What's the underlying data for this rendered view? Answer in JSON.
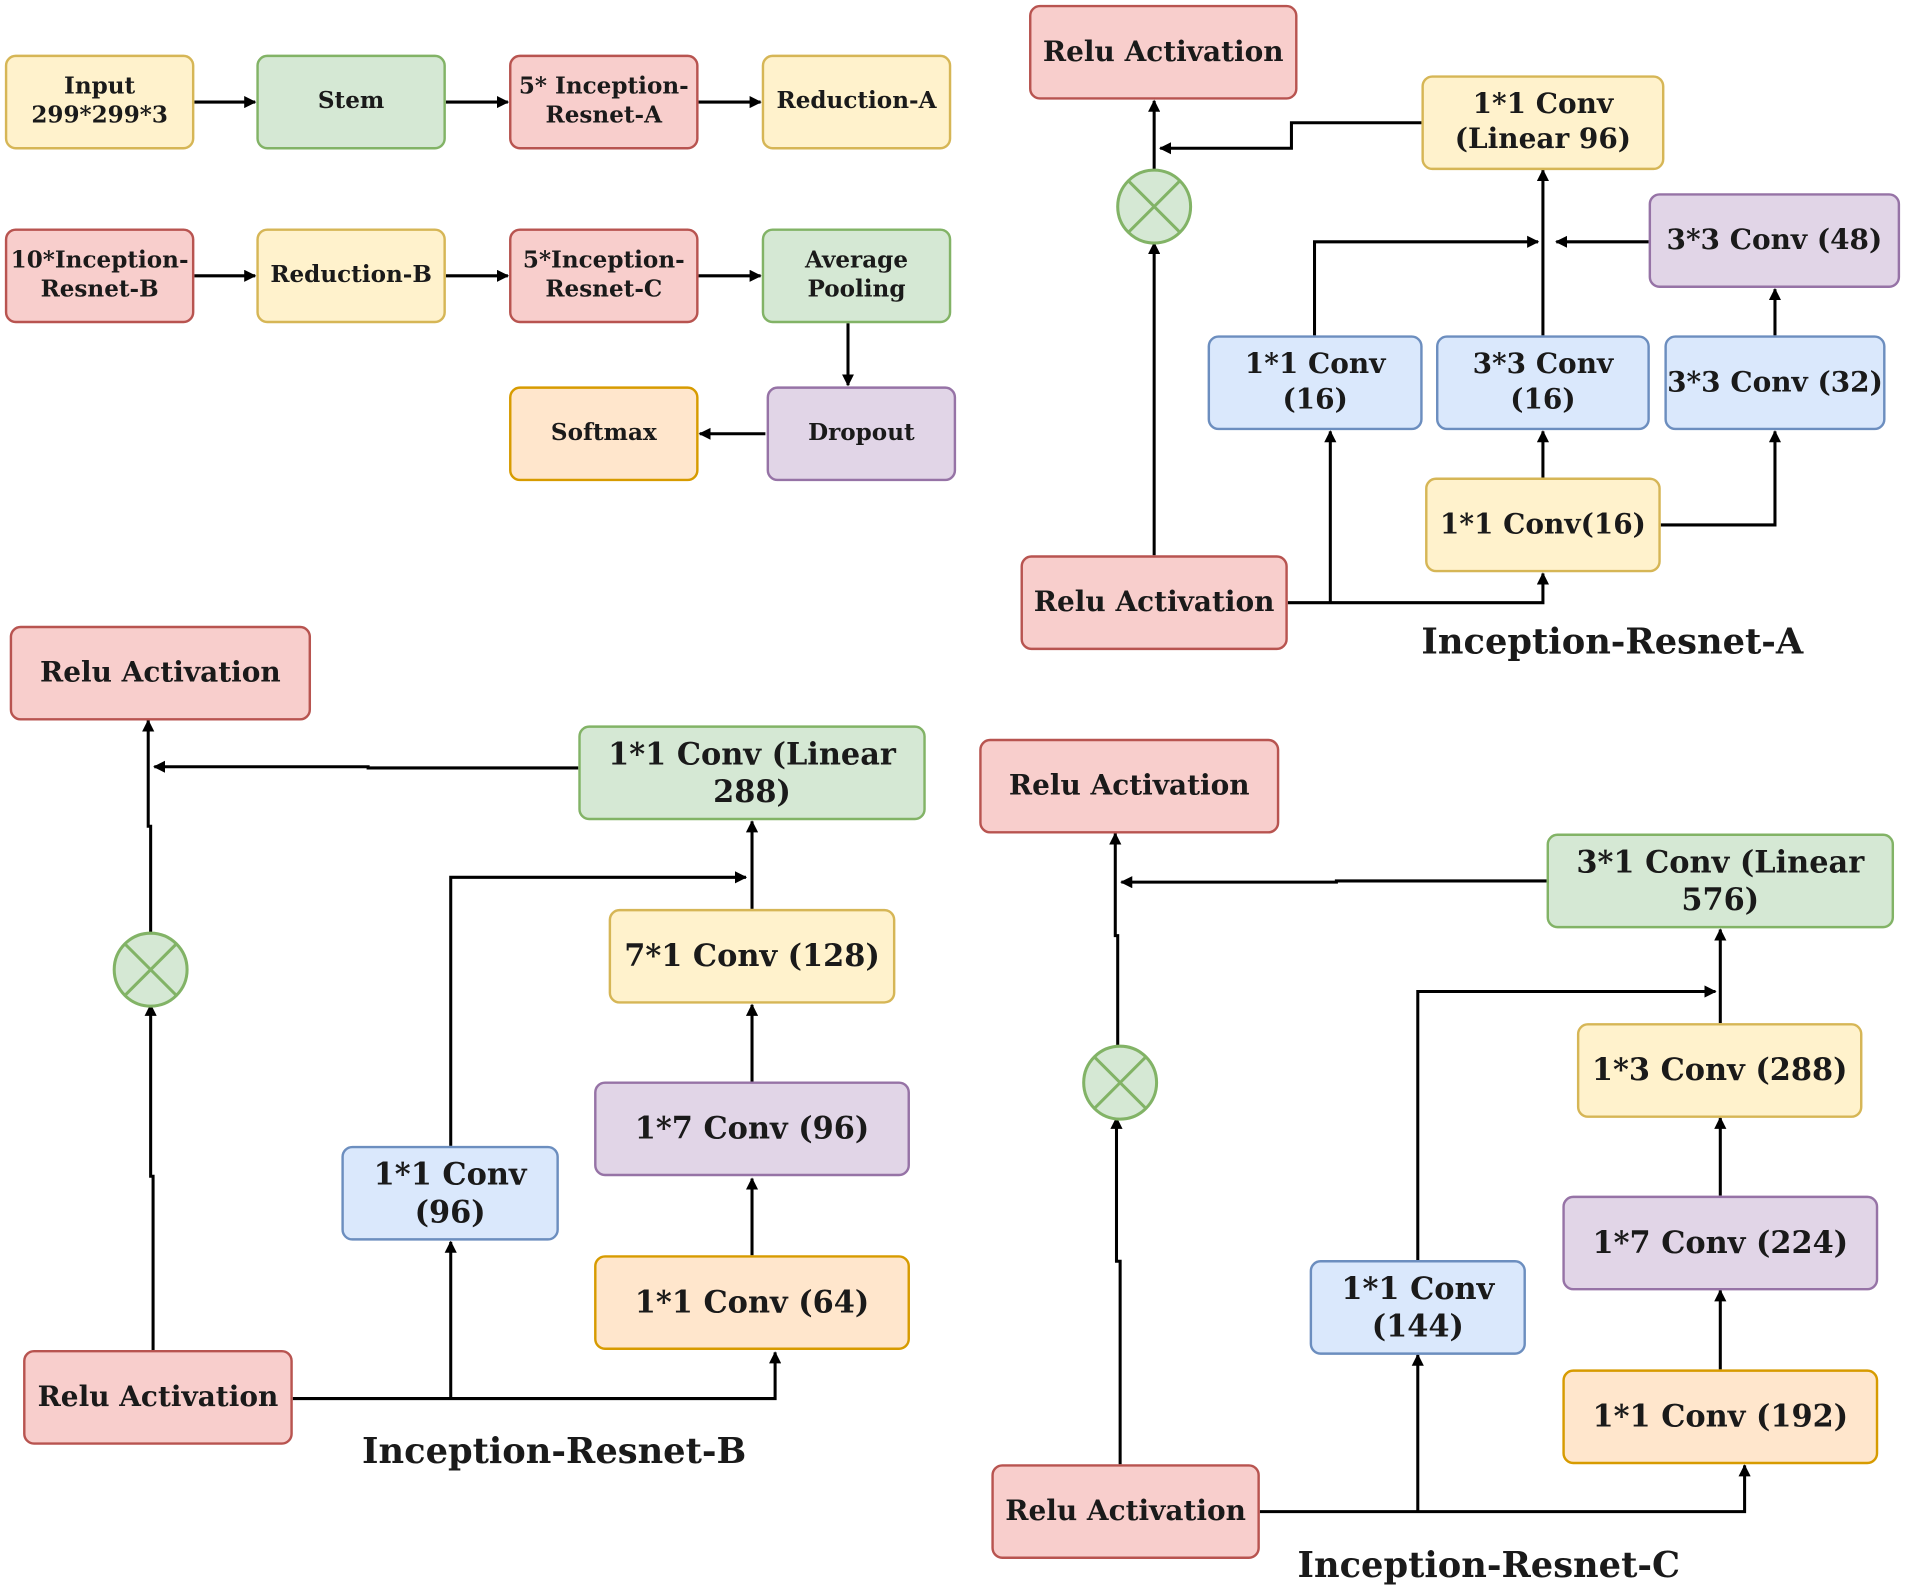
{
  "colors": {
    "red": "#f8cecc",
    "green": "#d5e8d4",
    "yellow": "#fff2cc",
    "orange": "#ffe6cc",
    "blue": "#dae8fc",
    "purple": "#e1d5e7",
    "edge": "#000000"
  },
  "icons": {
    "sum_node": "circle-with-x-icon"
  },
  "pipeline": {
    "input": "Input\n299*299*3",
    "stem": "Stem",
    "inception_a": "5* Inception-\nResnet-A",
    "reduction_a": "Reduction-A",
    "inception_b": "10*Inception-\nResnet-B",
    "reduction_b": "Reduction-B",
    "inception_c": "5*Inception-\nResnet-C",
    "avg_pool": "Average\nPooling",
    "dropout": "Dropout",
    "softmax": "Softmax"
  },
  "block_a": {
    "caption": "Inception-Resnet-A",
    "relu_out": "Relu Activation",
    "linear": "1*1 Conv\n(Linear 96)",
    "conv48": "3*3 Conv (48)",
    "branch1": "1*1 Conv (16)",
    "branch2": "3*3 Conv (16)",
    "branch3": "3*3 Conv (32)",
    "conv_base": "1*1 Conv(16)",
    "relu_in": "Relu Activation"
  },
  "block_b": {
    "caption": "Inception-Resnet-B",
    "relu_out": "Relu Activation",
    "linear": "1*1 Conv (Linear 288)",
    "conv71": "7*1 Conv (128)",
    "conv17": "1*7 Conv (96)",
    "conv11_96": "1*1 Conv (96)",
    "conv11_64": "1*1 Conv (64)",
    "relu_in": "Relu Activation"
  },
  "block_c": {
    "caption": "Inception-Resnet-C",
    "relu_out": "Relu Activation",
    "linear": "3*1 Conv (Linear 576)",
    "conv13": "1*3 Conv (288)",
    "conv17": "1*7 Conv (224)",
    "conv11_144": "1*1 Conv\n(144)",
    "conv11_192": "1*1 Conv (192)",
    "relu_in": "Relu Activation"
  }
}
